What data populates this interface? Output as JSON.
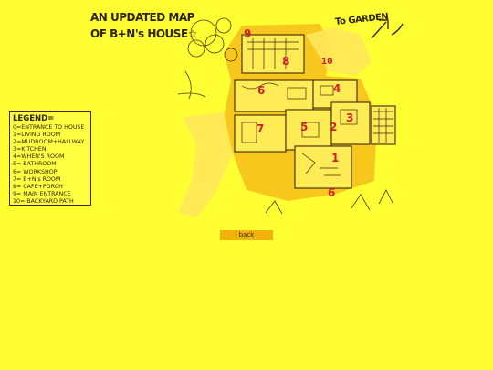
{
  "map": {
    "title_line1": "AN UPDATED MAP",
    "title_line2": "OF B+N's HOUSE☆",
    "garden_label": "To GARDEN",
    "room_numbers": [
      "9",
      "8",
      "10",
      "6",
      "4",
      "7",
      "5",
      "2",
      "3",
      "1",
      "6"
    ]
  },
  "legend": {
    "title": "LEGEND=",
    "items": [
      "0=ENTRANCE TO HOUSE",
      "1=LIVING ROOM",
      "2=MUDROOM+HALLWAY",
      "3=KITCHEN",
      "4=WHEN'S ROOM",
      "5= BATHROOM",
      "6= WORKSHOP",
      "7= B+N's ROOM",
      "8= CAFE+PORCH",
      "9= MAIN ENTRANCE",
      "10= BACKYARD PATH"
    ]
  },
  "nav": {
    "back_label": "back"
  },
  "colors": {
    "background": "#ffff33",
    "ink": "#3a2a10",
    "accent": "#f2b20b",
    "numbers": "#d0202a"
  }
}
